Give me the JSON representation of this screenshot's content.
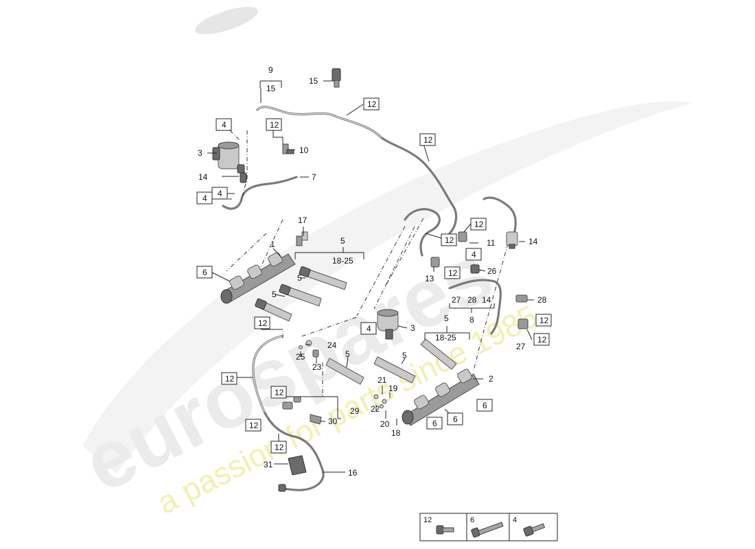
{
  "watermark": {
    "brand": "eurospares",
    "tagline": "a passion for parts since 1985",
    "brand_color": "#e9e9e9",
    "tagline_color": "#f2f0a8"
  },
  "callouts": [
    {
      "text": "9"
    },
    {
      "text": "15"
    },
    {
      "text": "15"
    },
    {
      "text": "12"
    },
    {
      "text": "4"
    },
    {
      "text": "12"
    },
    {
      "text": "3"
    },
    {
      "text": "10"
    },
    {
      "text": "12"
    },
    {
      "text": "14"
    },
    {
      "text": "7"
    },
    {
      "text": "4"
    },
    {
      "text": "4"
    },
    {
      "text": "17"
    },
    {
      "text": "5"
    },
    {
      "text": "1"
    },
    {
      "text": "18-25"
    },
    {
      "text": "12"
    },
    {
      "text": "12"
    },
    {
      "text": "11"
    },
    {
      "text": "14"
    },
    {
      "text": "6"
    },
    {
      "text": "5"
    },
    {
      "text": "5"
    },
    {
      "text": "4"
    },
    {
      "text": "26"
    },
    {
      "text": "13"
    },
    {
      "text": "12"
    },
    {
      "text": "27"
    },
    {
      "text": "28"
    },
    {
      "text": "14"
    },
    {
      "text": "8"
    },
    {
      "text": "28"
    },
    {
      "text": "12"
    },
    {
      "text": "5"
    },
    {
      "text": "4"
    },
    {
      "text": "3"
    },
    {
      "text": "18-25"
    },
    {
      "text": "12"
    },
    {
      "text": "27"
    },
    {
      "text": "12"
    },
    {
      "text": "24"
    },
    {
      "text": "25"
    },
    {
      "text": "23"
    },
    {
      "text": "5"
    },
    {
      "text": "5"
    },
    {
      "text": "12"
    },
    {
      "text": "2"
    },
    {
      "text": "21"
    },
    {
      "text": "19"
    },
    {
      "text": "12"
    },
    {
      "text": "22"
    },
    {
      "text": "29"
    },
    {
      "text": "6"
    },
    {
      "text": "12"
    },
    {
      "text": "30"
    },
    {
      "text": "20"
    },
    {
      "text": "6"
    },
    {
      "text": "6"
    },
    {
      "text": "18"
    },
    {
      "text": "12"
    },
    {
      "text": "31"
    },
    {
      "text": "16"
    }
  ],
  "legend": [
    {
      "label": "12",
      "icon": "short-bolt-icon"
    },
    {
      "label": "6",
      "icon": "long-bolt-icon"
    },
    {
      "label": "4",
      "icon": "flange-bolt-icon"
    }
  ]
}
